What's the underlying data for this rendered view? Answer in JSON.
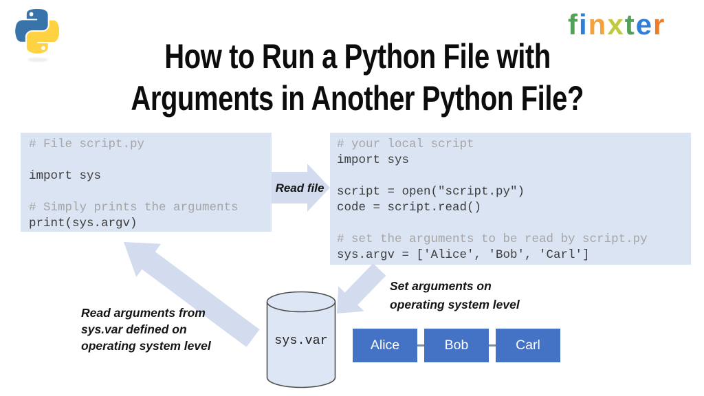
{
  "brand": {
    "python_logo_colors": {
      "blue": "#3873a9",
      "yellow": "#ffd242"
    },
    "finxter_letters": [
      {
        "char": "f",
        "color": "#53a158"
      },
      {
        "char": "i",
        "color": "#2e7fd9"
      },
      {
        "char": "n",
        "color": "#f3a33a"
      },
      {
        "char": "x",
        "color": "#c3c93c"
      },
      {
        "char": "t",
        "color": "#53a158"
      },
      {
        "char": "e",
        "color": "#2e7fd9"
      },
      {
        "char": "r",
        "color": "#ef7b25"
      }
    ]
  },
  "title": {
    "line1": "How to Run a Python File with",
    "line2": "Arguments in Another Python File?"
  },
  "code_left": {
    "lines": [
      {
        "text": "# File script.py",
        "type": "comment"
      },
      {
        "text": "",
        "type": "code"
      },
      {
        "text": "import sys",
        "type": "code"
      },
      {
        "text": "",
        "type": "code"
      },
      {
        "text": "# Simply prints the arguments",
        "type": "comment"
      },
      {
        "text": "print(sys.argv)",
        "type": "code"
      }
    ]
  },
  "code_right": {
    "lines": [
      {
        "text": "# your local script",
        "type": "comment"
      },
      {
        "text": "import sys",
        "type": "code"
      },
      {
        "text": "",
        "type": "code"
      },
      {
        "text": "script = open(\"script.py\")",
        "type": "code"
      },
      {
        "text": "code = script.read()",
        "type": "code"
      },
      {
        "text": "",
        "type": "code"
      },
      {
        "text": "# set the arguments to be read by script.py",
        "type": "comment"
      },
      {
        "text": "sys.argv = ['Alice', 'Bob', 'Carl']",
        "type": "code"
      }
    ]
  },
  "labels": {
    "read_file": "Read file",
    "set_args_line1": "Set arguments on",
    "set_args_line2": "operating system level",
    "read_args_line1": "Read arguments from",
    "read_args_line2": "sys.var defined on",
    "read_args_line3": "operating system level",
    "cylinder": "sys.var"
  },
  "arguments": {
    "items": [
      "Alice",
      "Bob",
      "Carl"
    ]
  },
  "colors": {
    "code_block_bg": "#dbe4f2",
    "arrow": "#d2dcee",
    "argument_box": "#4472c4",
    "comment_text": "#a5a5a5",
    "code_text": "#3d3d3d"
  }
}
